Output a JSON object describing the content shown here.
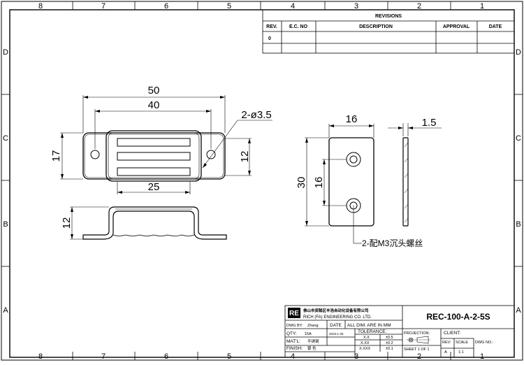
{
  "border": {
    "columns": [
      "8",
      "7",
      "6",
      "5",
      "4",
      "3",
      "2",
      "1"
    ],
    "rows": [
      "D",
      "C",
      "B",
      "A"
    ]
  },
  "revisions": {
    "title": "REVISIONS",
    "headers": [
      "REV.",
      "E.C. NO",
      "DESCRIPTION",
      "APPROVAL",
      "DATE"
    ],
    "rows": [
      [
        "0",
        "",
        "",
        "",
        ""
      ]
    ]
  },
  "dimensions": {
    "overall_length": "50",
    "hole_spacing": "40",
    "holes_spec": "2-ø3.5",
    "height": "17",
    "inner_height": "12",
    "inner_width": "25",
    "side_height": "12",
    "magnet_width": "16",
    "magnet_length": "30",
    "magnet_hole_spacing": "16",
    "magnet_thickness": "1.5",
    "screw_note": "2-配M3沉头螺丝"
  },
  "title_block": {
    "logo": "RE",
    "company_cn": "佛山市资聪区丰浩自动化设备有限公司",
    "company_en": "RICH (FA) ENGINEERING CO. LTD.",
    "drawing_number": "REC-100-A-2-5S",
    "dwg_by_label": "DWG BY:",
    "dwg_by_value": "Zhang",
    "date_label": "DATE",
    "dims_note": "ALL DIM. ARE IN MM",
    "qty_label": "QTY:",
    "qty_value": "15A",
    "date_value": "2023-1-25",
    "tolerance_label": "TOLERANCE:",
    "tolerances": [
      {
        "fmt": "X.X",
        "val": "±0.5"
      },
      {
        "fmt": "X.XX",
        "val": "±0.2"
      },
      {
        "fmt": "X.XXX",
        "val": "±0.1"
      }
    ],
    "matl_label": "MAT'L:",
    "matl_value": "不锈钢",
    "finish_label": "FINISH:",
    "finish_value": "银 色",
    "projection_label": "PROJECTION:",
    "client_label": "CLIENT:",
    "sheet_label": "SHEET 1 OF 1",
    "rev_label": "REV:",
    "rev_value": "A",
    "scale_label": "SCALE",
    "scale_value": "1:1",
    "dwg_no_label": "DWG NO.:"
  }
}
